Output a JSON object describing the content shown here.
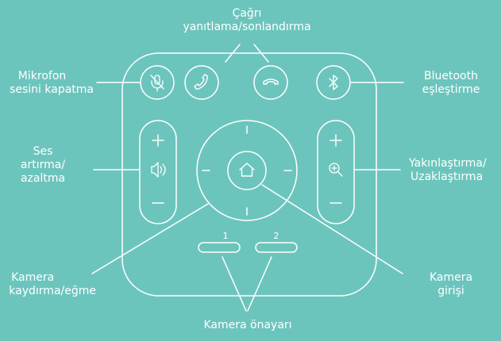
{
  "colors": {
    "background": "#6cc5bd",
    "line": "#ffffff"
  },
  "labels": {
    "call": [
      "Çağrı",
      "yanıtlama/sonlandırma"
    ],
    "mute": [
      "Mikrofon",
      "sesini kapatma"
    ],
    "bluetooth": [
      "Bluetooth",
      "eşleştirme"
    ],
    "volume": [
      "Ses",
      "artırma/",
      "azaltma"
    ],
    "zoom": [
      "Yakınlaştırma/",
      "Uzaklaştırma"
    ],
    "pan_tilt": [
      "Kamera",
      "kaydırma/eğme"
    ],
    "home": [
      "Kamera",
      "girişi"
    ],
    "presets": "Kamera önayarı"
  },
  "preset_numbers": [
    "1",
    "2"
  ],
  "symbols": {
    "plus": "+",
    "minus": "–"
  },
  "icons": {
    "mute": "mic-mute-icon",
    "call_answer": "phone-answer-icon",
    "call_end": "phone-hangup-icon",
    "bluetooth": "bluetooth-icon",
    "volume": "speaker-icon",
    "zoom": "magnifier-plus-icon",
    "home": "home-icon"
  }
}
